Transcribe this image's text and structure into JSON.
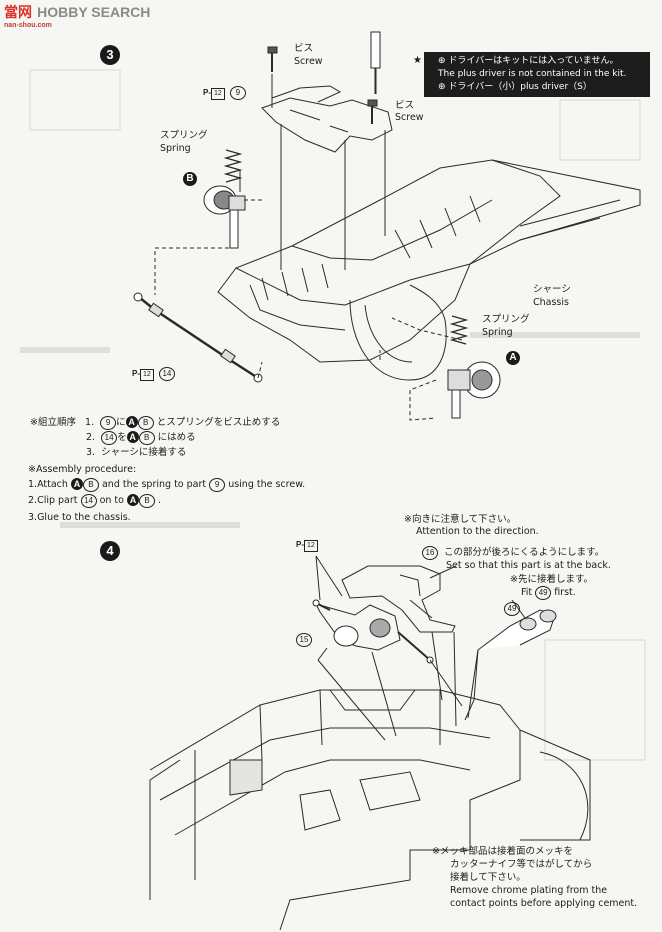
{
  "watermark": {
    "brand": "HOBBY SEARCH",
    "chars": "當网",
    "url": "nan-shou.com"
  },
  "step3": {
    "number": "3",
    "screw1": {
      "jp": "ビス",
      "en": "Screw"
    },
    "screw2": {
      "jp": "ビス",
      "en": "Screw"
    },
    "spring_top": {
      "jp": "スプリング",
      "en": "Spring"
    },
    "spring_right": {
      "jp": "スプリング",
      "en": "Spring"
    },
    "chassis": {
      "jp": "シャーシ",
      "en": "Chassis"
    },
    "note": {
      "star": "★",
      "jp1": "ドライバーはキットには入っていません。",
      "en1": "The plus driver is not contained in the kit.",
      "jp2": "ドライバー（小）plus driver（S）"
    },
    "part_label_9": {
      "prefix": "P-",
      "box": "12",
      "num": "9"
    },
    "part_label_14": {
      "prefix": "P-",
      "box": "12",
      "num": "14"
    },
    "marker_b": "B",
    "marker_a": "A",
    "procedure_jp": {
      "prefix": "※組立順序",
      "line1": {
        "num": "1.",
        "part": "9",
        "mid": "に",
        "a": "A",
        "b": "B",
        "rest": "とスプリングをビス止めする"
      },
      "line2": {
        "num": "2.",
        "part": "14",
        "mid": "を",
        "a": "A",
        "b": "B",
        "rest": "にはめる"
      },
      "line3": {
        "num": "3.",
        "rest": "シャーシに接着する"
      }
    },
    "procedure_en": {
      "title": "※Assembly procedure:",
      "line1": {
        "pre": "1.Attach",
        "a": "A",
        "b": "B",
        "mid": "and the spring to part",
        "part": "9",
        "rest": "using the screw."
      },
      "line2": {
        "pre": "2.Clip part",
        "part": "14",
        "mid": "on to",
        "a": "A",
        "b": "B",
        "rest": "."
      },
      "line3": "3.Glue to the chassis."
    }
  },
  "step4": {
    "number": "4",
    "part_label": {
      "prefix": "P-",
      "box": "12"
    },
    "attention": {
      "jp": "※向きに注意して下さい。",
      "en": "Attention to the direction."
    },
    "back_note": {
      "part": "16",
      "jp": "この部分が後ろにくるようにします。",
      "en": "Set so that this part is at the back."
    },
    "fit_note": {
      "jp": "※先に接着します。",
      "pre": "Fit",
      "part": "49",
      "post": "first."
    },
    "part_15": "15",
    "part_49": "49",
    "chrome_note": {
      "jp1": "※メッキ部品は接着面のメッキを",
      "jp2": "カッターナイフ等ではがしてから",
      "jp3": "接着して下さい。",
      "en1": "Remove chrome plating from the",
      "en2": "contact points before applying cement."
    }
  }
}
